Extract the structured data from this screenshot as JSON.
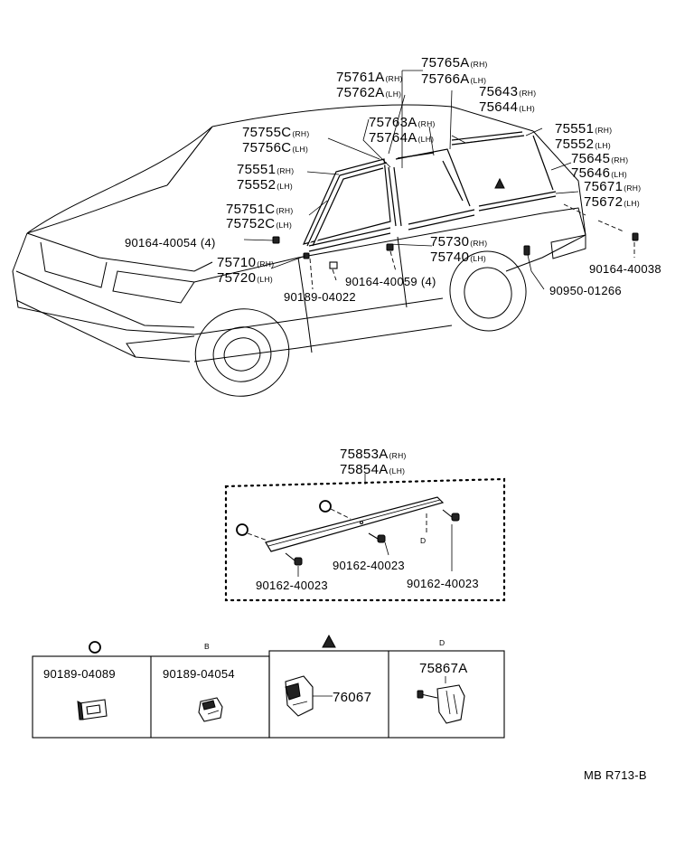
{
  "diagram": {
    "code": "MB R713-B",
    "upper_labels": {
      "p75765": {
        "num": "75765A",
        "side": "(RH)"
      },
      "p75766": {
        "num": "75766A",
        "side": "(LH)"
      },
      "p75761": {
        "num": "75761A",
        "side": "(RH)"
      },
      "p75762": {
        "num": "75762A",
        "side": "(LH)"
      },
      "p75643": {
        "num": "75643",
        "side": "(RH)"
      },
      "p75644": {
        "num": "75644",
        "side": "(LH)"
      },
      "p75763": {
        "num": "75763A",
        "side": "(RH)"
      },
      "p75764": {
        "num": "75764A",
        "side": "(LH)"
      },
      "p75755": {
        "num": "75755C",
        "side": "(RH)"
      },
      "p75756": {
        "num": "75756C",
        "side": "(LH)"
      },
      "p75551r": {
        "num": "75551",
        "side": "(RH)"
      },
      "p75552r": {
        "num": "75552",
        "side": "(LH)"
      },
      "p75645": {
        "num": "75645",
        "side": "(RH)"
      },
      "p75646": {
        "num": "75646",
        "side": "(LH)"
      },
      "p75551l": {
        "num": "75551",
        "side": "(RH)"
      },
      "p75552l": {
        "num": "75552",
        "side": "(LH)"
      },
      "p75671": {
        "num": "75671",
        "side": "(RH)"
      },
      "p75672": {
        "num": "75672",
        "side": "(LH)"
      },
      "p75751": {
        "num": "75751C",
        "side": "(RH)"
      },
      "p75752": {
        "num": "75752C",
        "side": "(LH)"
      },
      "p90164_40054": "90164-40054 (4)",
      "p75730": {
        "num": "75730",
        "side": "(RH)"
      },
      "p75740": {
        "num": "75740",
        "side": "(LH)"
      },
      "p75710": {
        "num": "75710",
        "side": "(RH)"
      },
      "p75720": {
        "num": "75720",
        "side": "(LH)"
      },
      "p90164_40059": "90164-40059 (4)",
      "p90189_04022": "90189-04022",
      "p90164_40038": "90164-40038",
      "p90950_01266": "90950-01266"
    },
    "middle_labels": {
      "p75853": {
        "num": "75853A",
        "side": "(RH)"
      },
      "p75854": {
        "num": "75854A",
        "side": "(LH)"
      },
      "screw_a": "90162-40023",
      "screw_b": "90162-40023",
      "screw_c": "90162-40023",
      "ref_mark": "D"
    },
    "clip_table": [
      {
        "number": "90189-04089",
        "symbol": "circle"
      },
      {
        "number": "90189-04054",
        "symbol": "B"
      },
      {
        "number": "76067",
        "symbol": "triangle"
      },
      {
        "number": "75867A",
        "symbol": "D"
      }
    ]
  }
}
